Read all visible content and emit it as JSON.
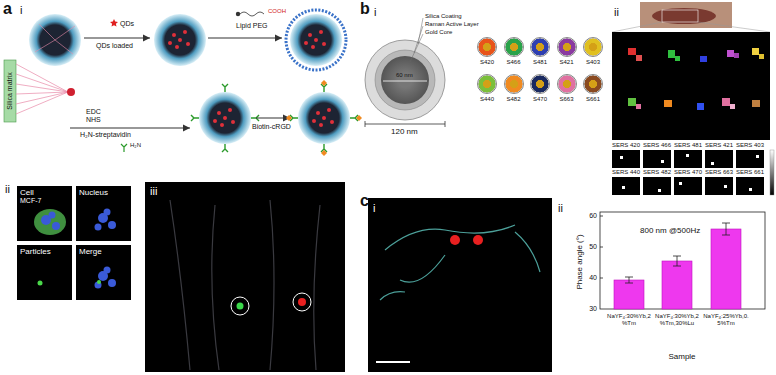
{
  "diagram": {
    "nodes": [
      {
        "text": [
          "Cell",
          "MCF-7"
        ]
      },
      {
        "text": [
          "Nucleus"
        ]
      },
      {
        "text": [
          "Particles"
        ]
      },
      {
        "text": [
          "Merge"
        ]
      },
      {
        "text": [
          "S420"
        ]
      },
      {
        "text": [
          "S466"
        ]
      },
      {
        "text": [
          "S481"
        ]
      },
      {
        "text": [
          "S421"
        ]
      },
      {
        "text": [
          "S403"
        ]
      },
      {
        "text": [
          "S440"
        ]
      },
      {
        "text": [
          "S482"
        ]
      },
      {
        "text": [
          "S470"
        ]
      },
      {
        "text": [
          "S663"
        ]
      },
      {
        "text": [
          "S661"
        ]
      },
      {
        "text": [
          "SERS 420"
        ]
      },
      {
        "text": [
          "SERS 466"
        ]
      },
      {
        "text": [
          "SERS 481"
        ]
      },
      {
        "text": [
          "SERS 421"
        ]
      },
      {
        "text": [
          "SERS 403"
        ]
      },
      {
        "text": [
          "SERS 440"
        ]
      },
      {
        "text": [
          "SERS 482"
        ]
      },
      {
        "text": [
          "SERS 470"
        ]
      },
      {
        "text": [
          "SERS 663"
        ]
      },
      {
        "text": [
          "SERS 661"
        ]
      }
    ],
    "labels": [
      "a",
      "i",
      "QDs",
      "QDs loaded",
      "Lipid PEG",
      "COOH",
      "Silica matrix",
      "EDC",
      "NHS",
      "H₂N-streptavidin",
      "H₂N",
      "Biotin-cRGD",
      "ii",
      "iii",
      "b",
      "i",
      "Silica Coating",
      "Raman Active Layer",
      "Gold Core",
      "60 nm",
      "120 nm",
      "ii",
      "c",
      "i",
      "ii",
      "800 nm @500Hz",
      "Phase angle (°)",
      "60",
      "50",
      "40",
      "30",
      "NaYF₄:30%Yb,2%Tm",
      "NaYF₄:30%Yb,2%Tm,30%Lu",
      "NaYF₄:25%Yb,0.5%Tm",
      "Sample"
    ]
  }
}
